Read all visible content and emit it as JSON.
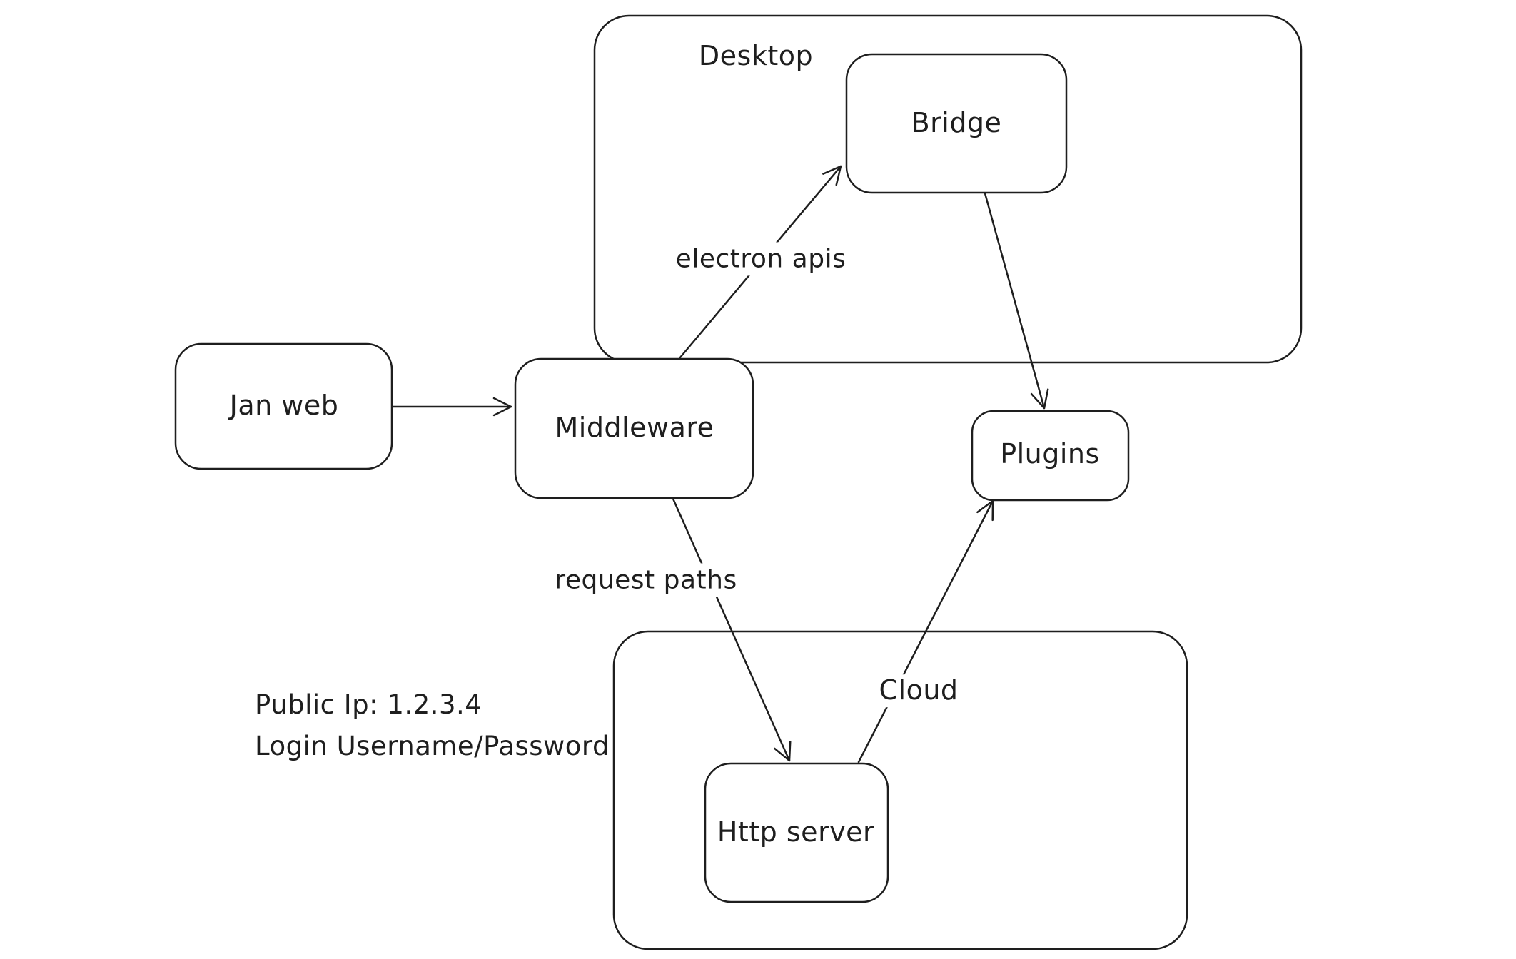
{
  "diagram": {
    "colors": {
      "stroke": "#1e1e1e",
      "background": "#ffffff"
    },
    "containers": [
      {
        "id": "desktop",
        "label": "Desktop"
      },
      {
        "id": "cloud",
        "label": "Cloud"
      }
    ],
    "nodes": [
      {
        "id": "jan-web",
        "label": "Jan web"
      },
      {
        "id": "middleware",
        "label": "Middleware"
      },
      {
        "id": "bridge",
        "label": "Bridge"
      },
      {
        "id": "plugins",
        "label": "Plugins"
      },
      {
        "id": "http-server",
        "label": "Http server"
      }
    ],
    "edges": [
      {
        "id": "jan-web-to-middleware",
        "from": "jan-web",
        "to": "middleware",
        "label": ""
      },
      {
        "id": "middleware-to-bridge",
        "from": "middleware",
        "to": "bridge",
        "label": "electron apis"
      },
      {
        "id": "bridge-to-plugins",
        "from": "bridge",
        "to": "plugins",
        "label": ""
      },
      {
        "id": "middleware-to-http-server",
        "from": "middleware",
        "to": "http-server",
        "label": "request paths"
      },
      {
        "id": "http-server-to-plugins",
        "from": "http-server",
        "to": "plugins",
        "label": ""
      }
    ],
    "annotations": [
      {
        "id": "public-ip-note",
        "text": "Public Ip: 1.2.3.4"
      },
      {
        "id": "login-note",
        "text": "Login Username/Password"
      }
    ]
  }
}
